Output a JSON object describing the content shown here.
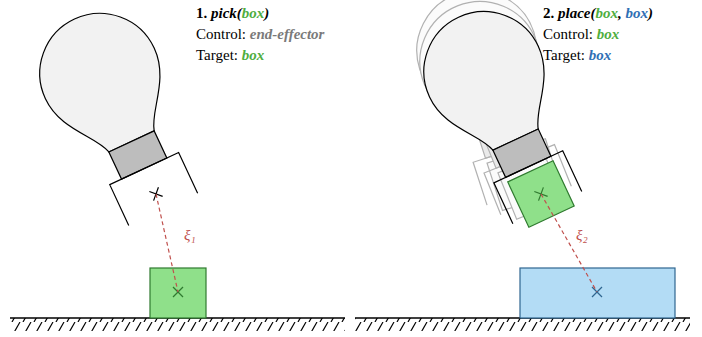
{
  "diagram": {
    "labels": [
      "1.",
      "pick(",
      "box",
      ")",
      "Control:",
      "end-effector",
      "Target:",
      "box",
      "ξ₁",
      "2.",
      "place(",
      "box",
      ",",
      "box",
      ")",
      "Control:",
      "box",
      "Target:",
      "box",
      "ξ₂"
    ]
  }
}
